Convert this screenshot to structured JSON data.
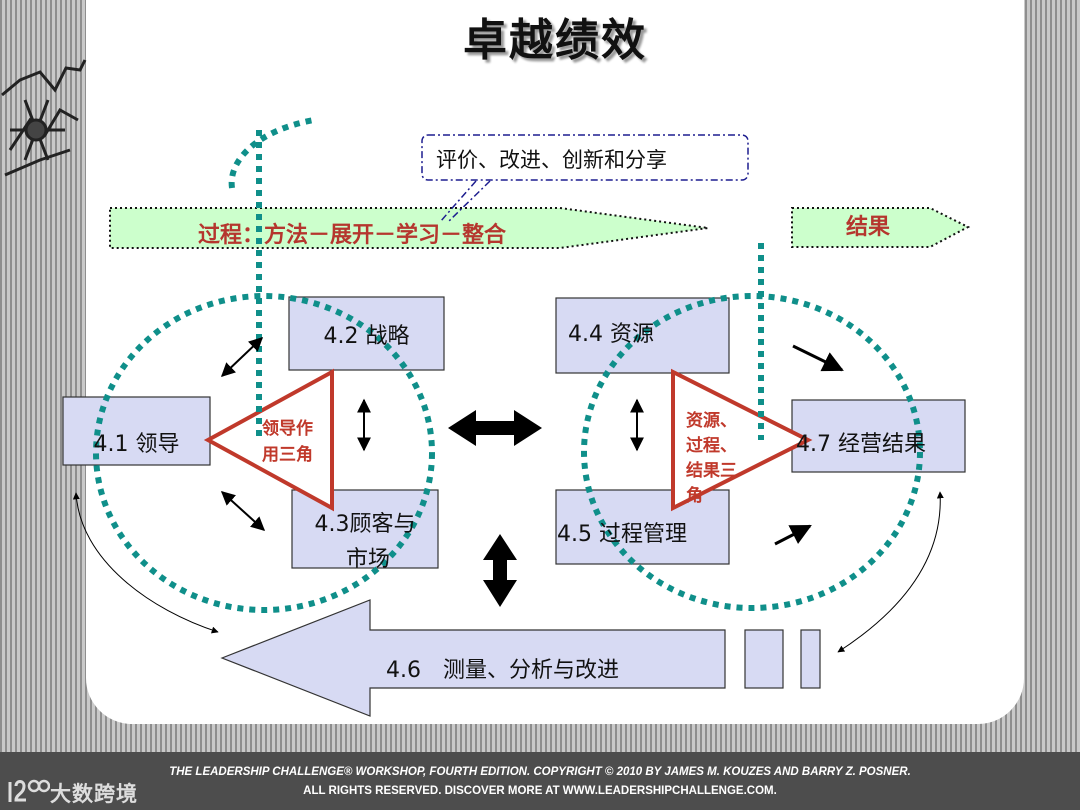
{
  "slide": {
    "title": "卓越绩效"
  },
  "callout": {
    "text": "评价、改进、创新和分享"
  },
  "banners": {
    "process": "过程：方法－展开－学习－整合",
    "results": "结果"
  },
  "boxes": {
    "leadership": "4.1 领导",
    "strategy": "4.2 战略",
    "customer_line1": "4.3顾客与",
    "customer_line2": "市场",
    "resources": "4.4 资源",
    "process_mgmt": "4.5 过程管理",
    "results": "4.7 经营结果",
    "measurement": "4.6　测量、分析与改进"
  },
  "triangles": {
    "leadership_line1": "领导作",
    "leadership_line2": "用三角",
    "resource_line1": "资源、",
    "resource_line2": "过程、",
    "resource_line3": "结果三",
    "resource_line4": "角"
  },
  "footer": {
    "line1": "THE LEADERSHIP CHALLENGE® WORKSHOP, FOURTH EDITION. COPYRIGHT © 2010 BY JAMES M. KOUZES AND BARRY Z. POSNER.",
    "line2": "ALL RIGHTS RESERVED. DISCOVER MORE AT WWW.LEADERSHIPCHALLENGE.COM.",
    "brand": "大数跨境"
  },
  "colors": {
    "teal": "#0f8f8a",
    "box_fill": "#d7daf3",
    "banner_fill": "#ccffcc",
    "triangle_red": "#c0392b"
  }
}
